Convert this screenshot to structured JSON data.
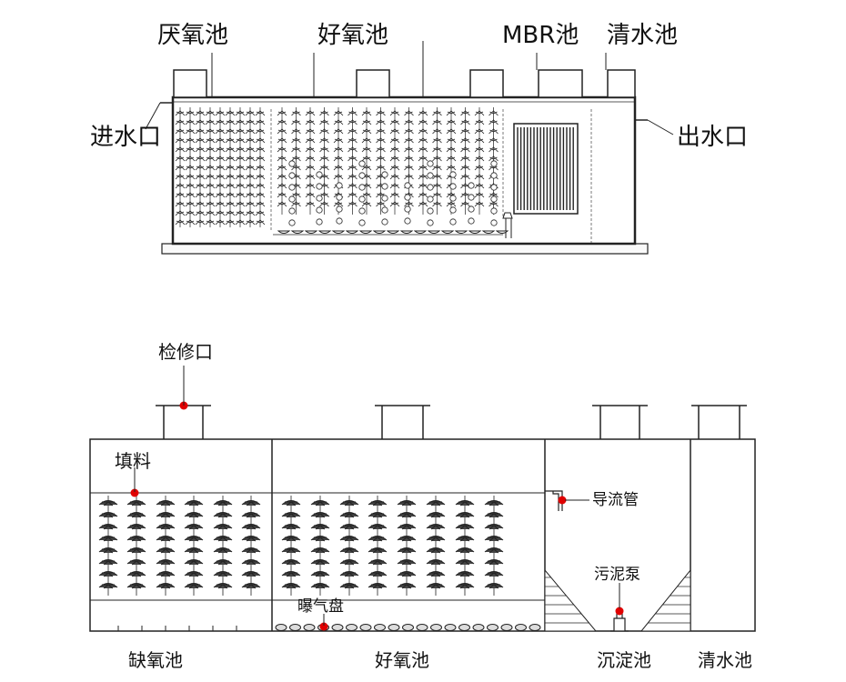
{
  "top_diagram": {
    "labels": {
      "anaerobic": "厌氧池",
      "aerobic": "好氧池",
      "mbr": "MBR池",
      "clear": "清水池",
      "inlet": "进水口",
      "outlet": "出水口"
    }
  },
  "bottom_diagram": {
    "callouts": {
      "manhole": "检修口",
      "filler": "填料",
      "guide_pipe": "导流管",
      "sludge_pump": "污泥泵",
      "aeration_disc": "曝气盘"
    },
    "tanks": {
      "anoxic": "缺氧池",
      "aerobic": "好氧池",
      "sedimentation": "沉淀池",
      "clear": "清水池"
    },
    "marker_color": "#e00000"
  }
}
